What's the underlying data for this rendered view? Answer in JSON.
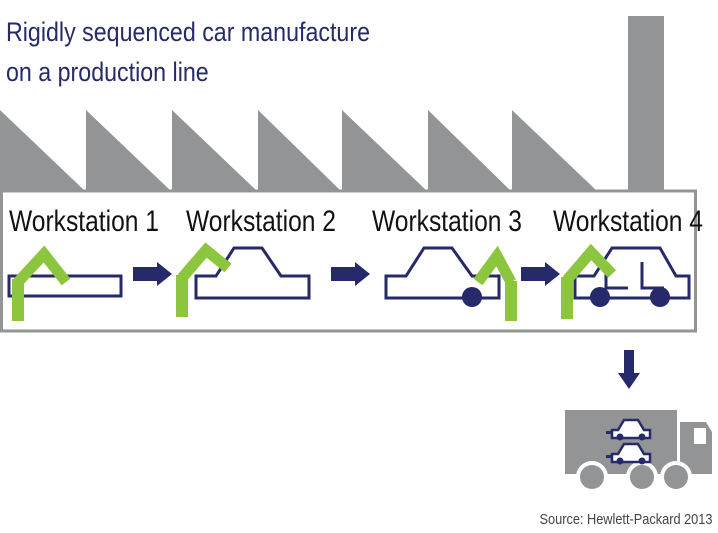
{
  "title": {
    "line1": "Rigidly sequenced car manufacture",
    "line2": "on a production line"
  },
  "workstations": [
    {
      "label": "Workstation 1"
    },
    {
      "label": "Workstation 2"
    },
    {
      "label": "Workstation 3"
    },
    {
      "label": "Workstation 4"
    }
  ],
  "source": "Source: Hewlett-Packard 2013",
  "colors": {
    "factory_gray": "#939496",
    "navy": "#262a6a",
    "robot_green": "#8cc63f",
    "text": "#111111"
  }
}
